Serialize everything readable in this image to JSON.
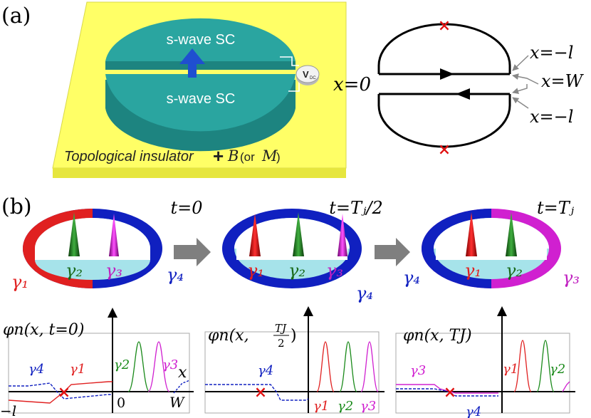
{
  "panel_a": {
    "label": "(a)",
    "sc_top": "s-wave SC",
    "sc_bottom": "s-wave SC",
    "voltmeter": "V",
    "voltmeter_sub": "DC",
    "substrate_text_1": "Topological insulator",
    "substrate_plus": "+",
    "substrate_B": "B",
    "substrate_or": "(or",
    "substrate_M": "M",
    "substrate_close": ")",
    "colors": {
      "substrate": "#ffff66",
      "superconductor": "#2aa5a0",
      "arrow": "#1f4fd0"
    }
  },
  "loop": {
    "x0": "x=0",
    "x_minus_l_top": "x=−l",
    "x_W": "x=W",
    "x_minus_l_bottom": "x=−l",
    "marker": "×"
  },
  "panel_b": {
    "label": "(b)",
    "states": [
      {
        "time": "t=0",
        "g1": "γ₁",
        "g2": "γ₂",
        "g3": "γ₃",
        "g4": "γ₄"
      },
      {
        "time": "t=Tⱼ/2",
        "g1": "γ₁",
        "g2": "γ₂",
        "g3": "γ₃",
        "g4": "γ₄"
      },
      {
        "time": "t=Tⱼ",
        "g1": "γ₁",
        "g2": "γ₂",
        "g3": "γ₃",
        "g4": "γ₄"
      }
    ],
    "plots": [
      {
        "ylabel": "φn(x, t=0)",
        "xlabel": "x",
        "tick_left": "−l",
        "tick_zero": "0",
        "tick_right": "W",
        "g4": "γ4",
        "g1": "γ1",
        "g2": "γ2",
        "g3": "γ3"
      },
      {
        "ylabel_pre": "φn(x, ",
        "ylabel_num": "TJ",
        "ylabel_den": "2",
        "ylabel_post": ")",
        "g4": "γ4",
        "g1": "γ1",
        "g2": "γ2",
        "g3": "γ3"
      },
      {
        "ylabel": "φn(x, TJ)",
        "g3": "γ3",
        "g1": "γ1",
        "g2": "γ2",
        "g4": "γ4"
      }
    ],
    "colors": {
      "red": "#e02020",
      "green": "#1a8a1a",
      "magenta": "#d020d0",
      "blue": "#1020c0",
      "cyan": "#a6e3ea"
    }
  }
}
